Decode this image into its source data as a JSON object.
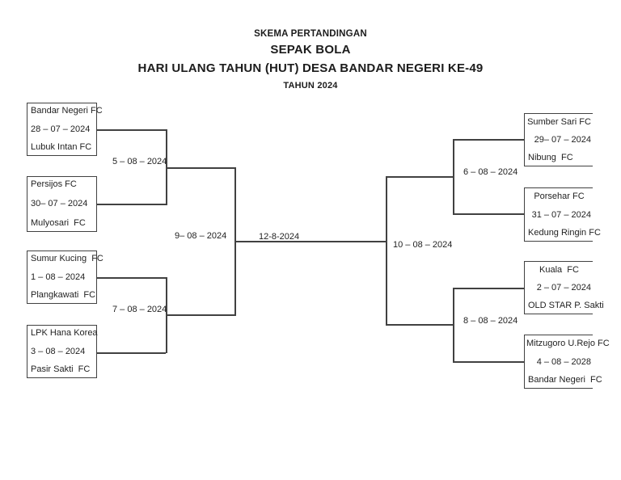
{
  "title": {
    "line1": "SKEMA PERTANDINGAN",
    "line2": "SEPAK BOLA",
    "line3": "HARI ULANG TAHUN (HUT) DESA BANDAR NEGERI KE-49",
    "line4": "TAHUN 2024"
  },
  "bracket": {
    "left_round1": [
      {
        "team1": "Bandar Negeri FC",
        "date": "28 – 07 – 2024",
        "team2": "Lubuk Intan FC"
      },
      {
        "team1": "Persijos FC",
        "date": "30– 07 – 2024",
        "team2": "Mulyosari  FC"
      },
      {
        "team1": "Sumur Kucing  FC",
        "date": "1 – 08 – 2024",
        "team2": "Plangkawati  FC"
      },
      {
        "team1": "LPK Hana Korea",
        "date": "3 – 08 – 2024",
        "team2": "Pasir Sakti  FC"
      }
    ],
    "right_round1": [
      {
        "team1": "Sumber Sari FC",
        "date": "29– 07 – 2024",
        "team2": "Nibung  FC"
      },
      {
        "team1": "Porsehar FC",
        "date": "31 – 07 – 2024",
        "team2": "Kedung Ringin FC"
      },
      {
        "team1": "Kuala  FC",
        "date": "2 – 07 – 2024",
        "team2": "OLD STAR P. Sakti"
      },
      {
        "team1": "Mitzugoro U.Rejo FC",
        "date": "4 – 08 – 2028",
        "team2": "Bandar Negeri  FC"
      }
    ],
    "left_round2_dates": [
      "5 – 08 – 2024",
      "7 – 08 – 2024"
    ],
    "right_round2_dates": [
      "6 – 08 – 2024",
      "8 – 08 – 2024"
    ],
    "semifinal_left_date": "9– 08 – 2024",
    "semifinal_right_date": "10 – 08 – 2024",
    "final_date": "12-8-2024"
  },
  "colors": {
    "line": "#414141",
    "text": "#1f1f1f",
    "background": "#ffffff"
  }
}
